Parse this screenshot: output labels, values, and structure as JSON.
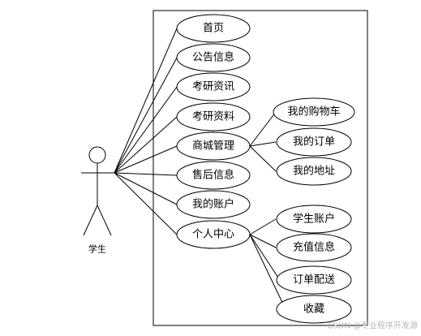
{
  "actor": {
    "label": "学生"
  },
  "use_cases": {
    "home": "首页",
    "announcements": "公告信息",
    "exam_news": "考研资讯",
    "exam_materials": "考研资料",
    "mall_management": "商城管理",
    "after_sales": "售后信息",
    "my_account": "我的账户",
    "personal_center": "个人中心",
    "my_cart": "我的购物车",
    "my_orders": "我的订单",
    "my_address": "我的地址",
    "student_account": "学生账户",
    "recharge_info": "充值信息",
    "order_delivery": "订单配送",
    "favorites": "收藏"
  },
  "watermark": "CSDN @专业程序开发源"
}
